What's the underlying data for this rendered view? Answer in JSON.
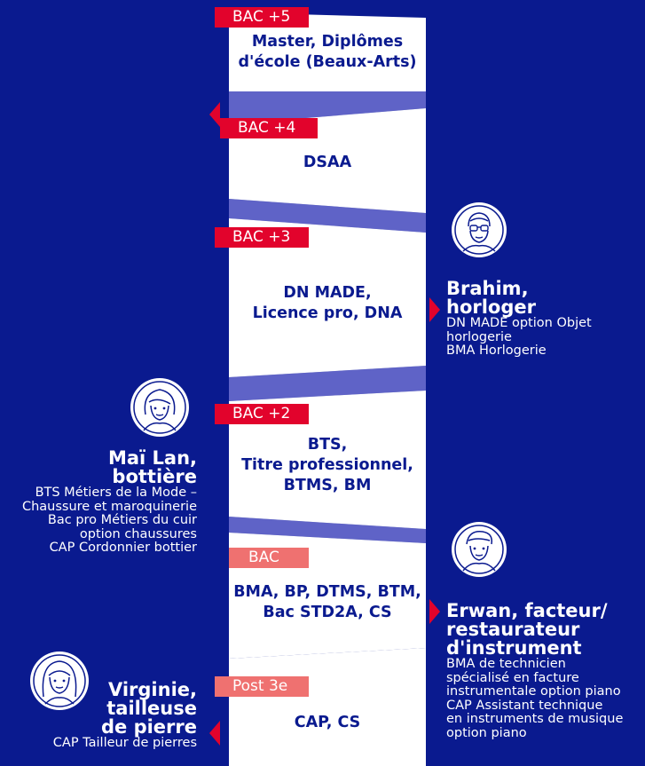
{
  "colors": {
    "background": "#0a1a8f",
    "panel": "#ffffff",
    "fold": "#5f63c7",
    "badge": "#e2032c",
    "badge_light": "#ef7170",
    "pointer": "#e2032c"
  },
  "levels": [
    {
      "badge": "BAC +5",
      "title_lines": [
        "Master, Diplômes",
        "d'école (Beaux-Arts)"
      ]
    },
    {
      "badge": "BAC +4",
      "title_lines": [
        "DSAA"
      ]
    },
    {
      "badge": "BAC +3",
      "title_lines": [
        "DN MADE,",
        "Licence pro, DNA"
      ]
    },
    {
      "badge": "BAC +2",
      "title_lines": [
        "BTS,",
        "Titre professionnel,",
        "BTMS, BM"
      ]
    },
    {
      "badge": "BAC",
      "title_lines": [
        "BMA, BP, DTMS, BTM,",
        "Bac STD2A, CS"
      ]
    },
    {
      "badge": "Post 3e",
      "title_lines": [
        "CAP, CS"
      ]
    }
  ],
  "people": {
    "brahim": {
      "name_lines": [
        "Brahim,",
        "horloger"
      ],
      "desc_lines": [
        "DN MADE option Objet",
        "horlogerie",
        "BMA Horlogerie"
      ],
      "avatar": "man-glasses-avatar-icon"
    },
    "mai_lan": {
      "name_lines": [
        "Maï Lan,",
        "bottière"
      ],
      "desc_lines": [
        "BTS Métiers de la Mode –",
        "Chaussure et maroquinerie",
        "Bac pro Métiers du cuir",
        "option chaussures",
        "CAP Cordonnier bottier"
      ],
      "avatar": "woman-avatar-icon"
    },
    "erwan": {
      "name_lines": [
        "Erwan, facteur/",
        "restaurateur",
        "d'instrument"
      ],
      "desc_lines": [
        "BMA de technicien",
        "spécialisé en facture",
        "instrumentale option piano",
        "CAP Assistant technique",
        "en instruments de musique",
        "option piano"
      ],
      "avatar": "young-man-avatar-icon"
    },
    "virginie": {
      "name_lines": [
        "Virginie,",
        "tailleuse",
        "de pierre"
      ],
      "desc_lines": [
        "CAP Tailleur de pierres"
      ],
      "avatar": "woman-long-hair-avatar-icon"
    }
  }
}
